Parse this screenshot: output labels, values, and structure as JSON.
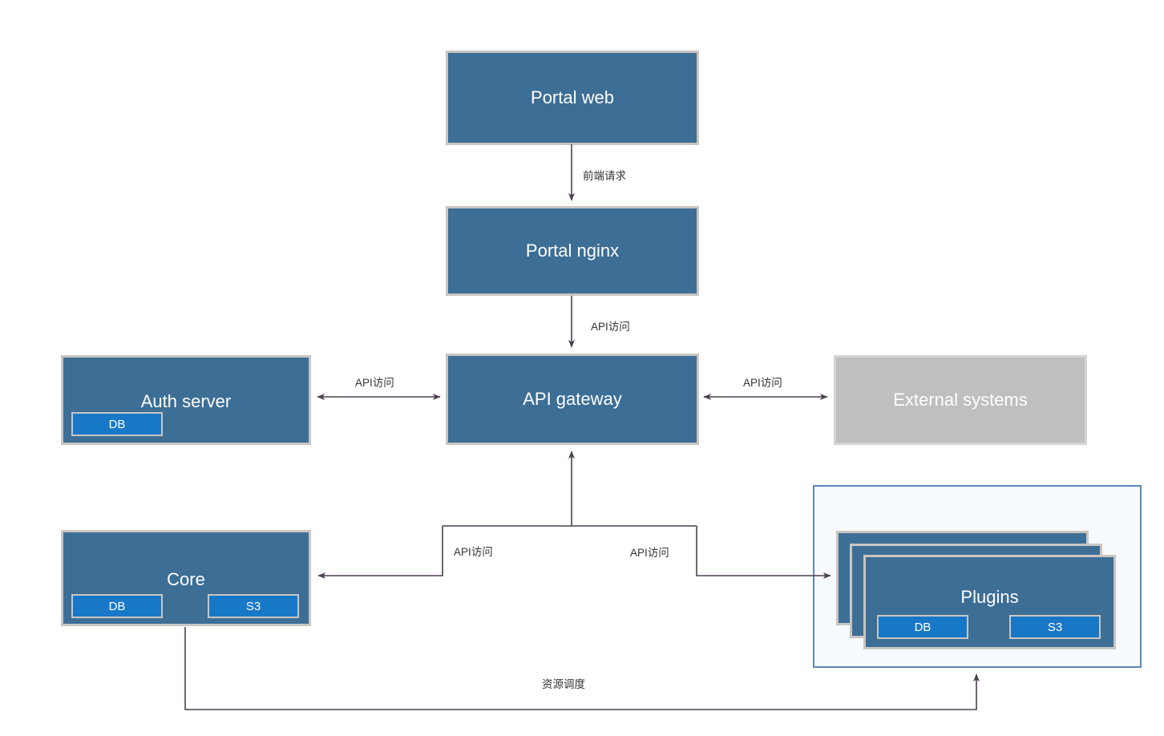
{
  "diagram": {
    "title": "System architecture diagram",
    "background": "#ffffff",
    "colors": {
      "node_fill": "#3d6e96",
      "node_border": "#c9c6c1",
      "external_fill": "#bfbfbf",
      "external_border": "#d6d3d0",
      "subbox_fill": "#1878c8",
      "subbox_border": "#c9c6c1",
      "group_fill": "#f6f9fd",
      "group_border": "#5b87b8",
      "connector": "#4d3f50",
      "label_text": "#333333",
      "node_text": "#ffffff"
    }
  },
  "nodes": {
    "portal_web": {
      "label": "Portal web"
    },
    "portal_nginx": {
      "label": "Portal nginx"
    },
    "api_gateway": {
      "label": "API gateway"
    },
    "auth_server": {
      "label": "Auth server",
      "stores": [
        {
          "label": "DB"
        }
      ]
    },
    "external_systems": {
      "label": "External systems"
    },
    "core": {
      "label": "Core",
      "stores": [
        {
          "label": "DB"
        },
        {
          "label": "S3"
        }
      ]
    },
    "plugins": {
      "label": "Plugins",
      "stack_count": 3,
      "stores": [
        {
          "label": "DB"
        },
        {
          "label": "S3"
        }
      ]
    }
  },
  "edges": [
    {
      "id": "portal-web-to-nginx",
      "label": "前端请求",
      "from": "portal_web",
      "to": "portal_nginx",
      "arrow": "single"
    },
    {
      "id": "nginx-to-gateway",
      "label": "API访问",
      "from": "portal_nginx",
      "to": "api_gateway",
      "arrow": "single"
    },
    {
      "id": "auth-to-gateway",
      "label": "API访问",
      "from": "auth_server",
      "to": "api_gateway",
      "arrow": "double"
    },
    {
      "id": "gateway-to-external",
      "label": "API访问",
      "from": "api_gateway",
      "to": "external_systems",
      "arrow": "double"
    },
    {
      "id": "gateway-to-core",
      "label": "API访问",
      "from": "api_gateway",
      "to": "core",
      "arrow": "single"
    },
    {
      "id": "gateway-to-plugins",
      "label": "API访问",
      "from": "api_gateway",
      "to": "plugins",
      "arrow": "single"
    },
    {
      "id": "core-to-plugins-scheduling",
      "label": "资源调度",
      "from": "core",
      "to": "plugins",
      "arrow": "single"
    }
  ]
}
